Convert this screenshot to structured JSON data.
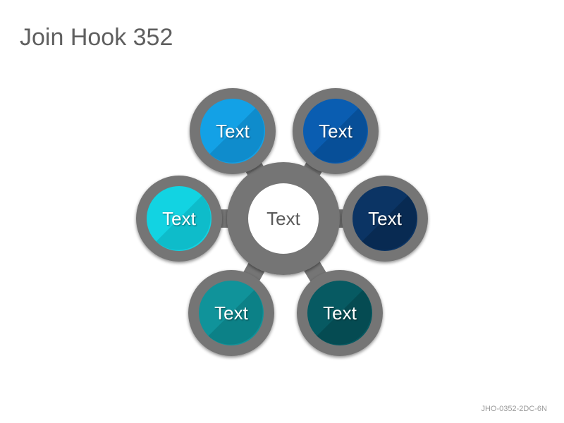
{
  "title": "Join Hook 352",
  "footer": "JHO-0352-2DC-6N",
  "center": {
    "label": "Text"
  },
  "nodes": [
    {
      "label": "Text",
      "color": "#13a1e6",
      "shade": "#0f8ccc"
    },
    {
      "label": "Text",
      "color": "#0a5db1",
      "shade": "#074f98"
    },
    {
      "label": "Text",
      "color": "#12d3e2",
      "shade": "#0ebcca"
    },
    {
      "label": "Text",
      "color": "#0b3464",
      "shade": "#082a52"
    },
    {
      "label": "Text",
      "color": "#10939a",
      "shade": "#0c8187"
    },
    {
      "label": "Text",
      "color": "#075a62",
      "shade": "#054b52"
    }
  ],
  "colors": {
    "ring": "#757575",
    "title": "#5f5f5f",
    "center_fill": "#ffffff"
  }
}
